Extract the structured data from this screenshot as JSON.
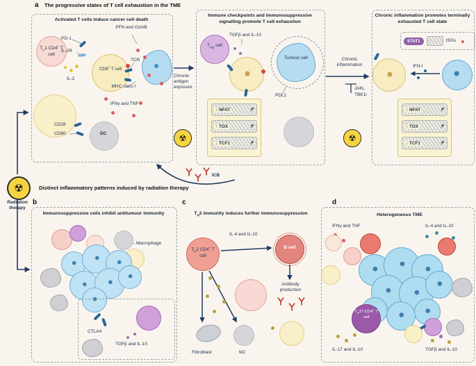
{
  "icons": {
    "radiation": "☢",
    "tss_arrow": "↱"
  },
  "palette": {
    "navy": "#1f3a5f",
    "yellow_cell": "#f7ecc4",
    "blue_cell": "#b5dcf0",
    "pink_cell": "#f6d5d0",
    "purple_cell": "#cfa0da",
    "red": "#c0392b",
    "gene_box_bg": "#faf3d2",
    "radiation_yellow": "#f5d442"
  },
  "panel_a": {
    "label": "a",
    "title": "The progressive states of T cell exhaustion in the TME",
    "box1": {
      "title": "Activated T cells induce cancer cell death",
      "pfn": "PFN and GzmB",
      "pd1": "PD-1",
      "il2r": "IL-2R",
      "il2": "IL-2",
      "tcr": "TCR",
      "mhc": "MHC class I",
      "ifng": "IFNγ and TNF",
      "cd28": "CD28",
      "cd80": "CD80",
      "dc": "DC",
      "th1": [
        "T",
        "H",
        "1 CD4",
        "+",
        " T cell"
      ],
      "cd8": [
        "CD8",
        "+",
        " T cell"
      ]
    },
    "chronic_antigen": "Chronic antigen exposure",
    "box2": {
      "title": "Immune checkpoints and immunosuppressive signalling promote T cell exhaustion",
      "treg": [
        "T",
        "reg",
        " cell"
      ],
      "tgfb": "TGFβ and IL-10",
      "tumour": "Tumour cell",
      "pdl1": "PDL1",
      "genes": [
        "↑ NFAT",
        "↑ TOX",
        "↓ TCF1"
      ]
    },
    "chronic_inflammation": "Chronic inflammation",
    "jak1": "JAKi,",
    "tbk1": "TBK1i",
    "box3": {
      "title": "Chronic inflammation promotes terminally exhausted T cell state",
      "stat1": "STAT1",
      "isgs": "ISGs",
      "ifn1": "IFN-I",
      "genes": [
        "↑ NFAT",
        "↑ TOX",
        "↓ TCF1"
      ]
    },
    "icb": "ICB"
  },
  "radiation_therapy": {
    "label": "Radiation therapy"
  },
  "bottom": {
    "title": "Distinct inflammatory patterns induced by radiation therapy",
    "panel_b": {
      "label": "b",
      "title": "Immunosuppressive cells inhibit antitumour immunity",
      "macrophage": "Macrophage",
      "ctla4": "CTLA4",
      "tgfb": "TGFβ and IL-10"
    },
    "panel_c": {
      "label": "c",
      "title_parts": [
        "T",
        "H",
        "2 immunity induces further immunosuppression"
      ],
      "th2": [
        "T",
        "H",
        "2 CD4",
        "+",
        " T cell"
      ],
      "il4": "IL-4 and IL-10",
      "b_cell": "B cell",
      "antibody_production": "Antibody production",
      "fibroblast": "Fibroblast",
      "m2": "M2"
    },
    "panel_d": {
      "label": "d",
      "title": "Heterogeneous TME",
      "ifng": "IFNγ and TNF",
      "il4": "IL-4 and IL-10",
      "th17": [
        "T",
        "H",
        "17 CD4",
        "+",
        " T cell"
      ],
      "il17": "IL-17 and IL-10",
      "tgfb": "TGFβ and IL-10"
    }
  }
}
